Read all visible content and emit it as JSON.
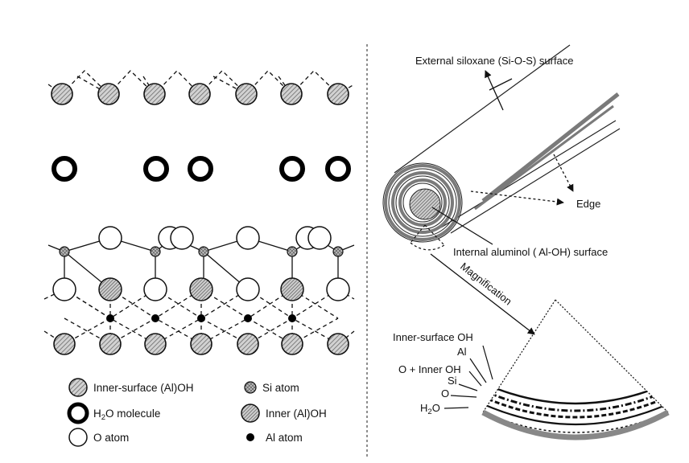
{
  "left_panel": {
    "legend": {
      "inner_surface_oh": "Inner-surface (Al)OH",
      "si_atom": "Si atom",
      "h2o_pre": "H",
      "h2o_sub": "2",
      "h2o_post": "O molecule",
      "inner_oh": "Inner (Al)OH",
      "o_atom": "O atom",
      "al_atom": "Al atom"
    }
  },
  "right_panel": {
    "external_surface": "External siloxane (Si-O-S) surface",
    "edge": "Edge",
    "internal_surface": "Internal aluminol ( Al-OH) surface",
    "magnification": "Magnification",
    "wedge_labels": {
      "inner_surface_oh": "Inner-surface OH",
      "al": "Al",
      "o_inner_oh": "O + Inner OH",
      "si": "Si",
      "o": "O",
      "h2o_pre": "H",
      "h2o_sub": "2",
      "h2o_post": "O"
    }
  },
  "colors": {
    "line": "#111111",
    "hatch_fill": "#bdbdbd",
    "tube_gray": "#7a7a7a"
  }
}
